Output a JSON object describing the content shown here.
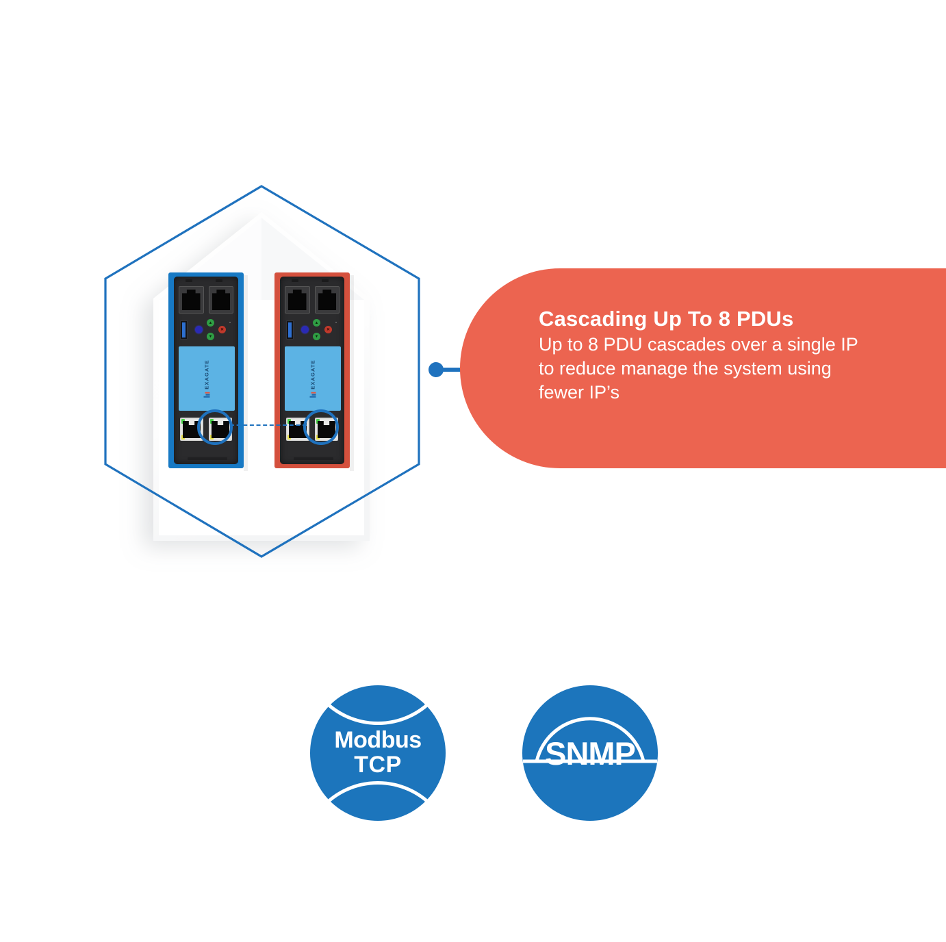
{
  "theme": {
    "accent_blue": "#1F72BE",
    "badge_blue": "#1C75BC",
    "panel_orange": "#EC6450",
    "device_blue_bezel": "#1779C4",
    "device_red_bezel": "#D4503D",
    "lcd_blue": "#5CB3E4",
    "white": "#FFFFFF"
  },
  "callout": {
    "title": "Cascading Up To 8 PDUs",
    "body": "Up to 8 PDU cascades over a single IP to reduce manage the system using fewer IP’s",
    "body_lines": [
      "Up to 8 PDU cascades over a single IP",
      "to reduce manage the system using",
      "fewer IP’s"
    ]
  },
  "illustration": {
    "hexagon": {
      "icon": "hexagon-outline",
      "stroke": "#1F72BE"
    },
    "card": {
      "icon": "white-card-backdrop"
    },
    "connector": {
      "icon": "connector-line-with-dots",
      "color": "#1F72BE"
    },
    "cascade_link": {
      "icon": "dashed-cascade-link",
      "style": "dashed",
      "color": "#1F72BE"
    },
    "devices": [
      {
        "name": "pdu-blue",
        "bezel_color": "#1779C4",
        "screen_brand": "EXAGATE",
        "top_jacks": 2,
        "bottom_ports": 2,
        "buttons": [
          "enter-button",
          "up-button",
          "down-button",
          "cancel-button"
        ],
        "highlight_port_index": 2
      },
      {
        "name": "pdu-red",
        "bezel_color": "#D4503D",
        "screen_brand": "EXAGATE",
        "top_jacks": 2,
        "bottom_ports": 2,
        "buttons": [
          "enter-button",
          "up-button",
          "down-button",
          "cancel-button"
        ],
        "highlight_port_index": 2
      }
    ]
  },
  "badges": [
    {
      "name": "modbus-tcp-badge",
      "line1": "Modbus",
      "line2": "TCP",
      "color": "#1C75BC",
      "icon": "modbus-tcp-icon"
    },
    {
      "name": "snmp-badge",
      "line1": "SNMP",
      "line2": "",
      "color": "#1C75BC",
      "icon": "snmp-icon"
    }
  ],
  "device_glyphs": {
    "up_arrow": "▲",
    "down_arrow": "▼",
    "cancel": "✕",
    "enter": ""
  }
}
